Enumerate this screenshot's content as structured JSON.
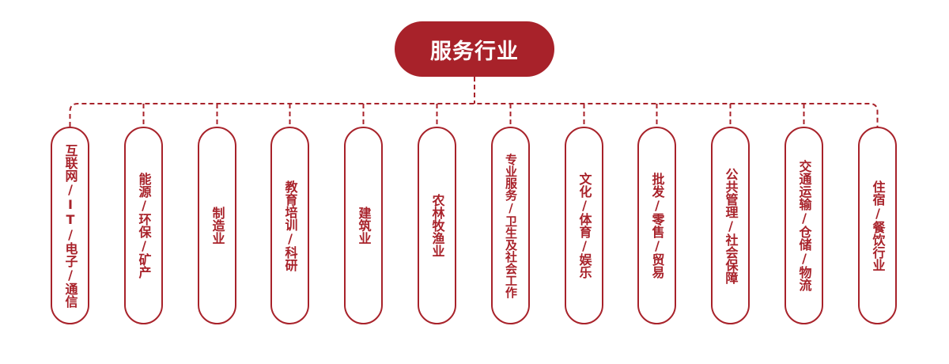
{
  "root": {
    "label": "服务行业"
  },
  "children": [
    "互联网/IT/电子/通信",
    "能源/环保/矿产",
    "制造业",
    "教育培训/科研",
    "建筑业",
    "农林牧渔业",
    "专业服务/卫生及社会工作",
    "文化/体育/娱乐",
    "批发/零售/贸易",
    "公共管理/社会保障",
    "交通运输/仓储/物流",
    "住宿/餐饮行业"
  ],
  "colors": {
    "accent": "#a8222a",
    "background": "#ffffff"
  }
}
